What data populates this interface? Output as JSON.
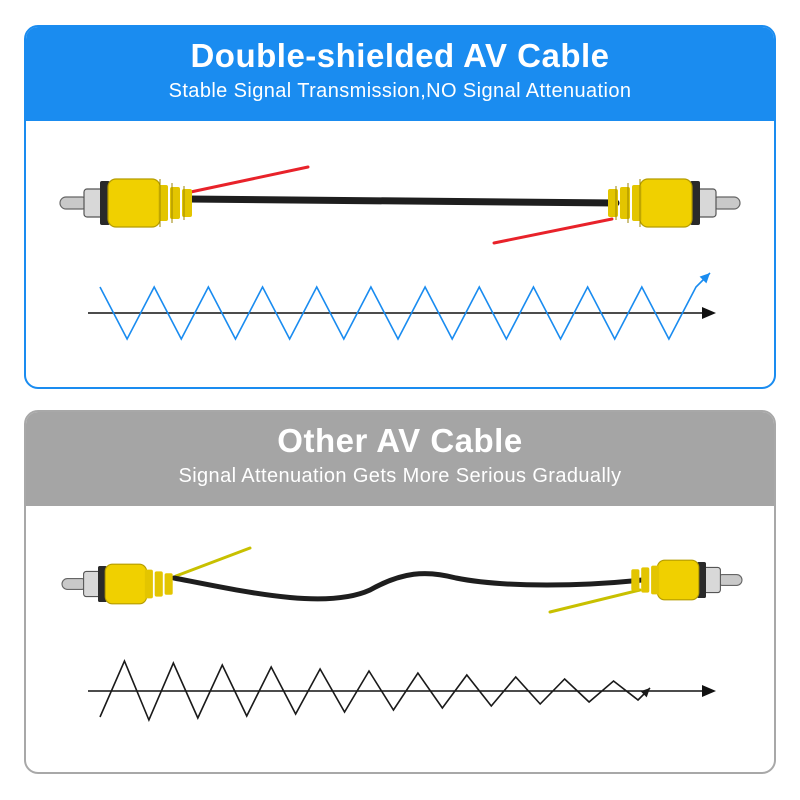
{
  "top_panel": {
    "title": "Double-shielded AV Cable",
    "subtitle": "Stable Signal Transmission,NO Signal Attenuation",
    "header_color": "#1a8cf0",
    "wave_color": "#1a8cf0",
    "wire_color": "#e8222a",
    "connector_color": "#f0d000",
    "icons": [
      "rca-plug-icon",
      "signal-wave-icon",
      "arrow-icon"
    ]
  },
  "bottom_panel": {
    "title": "Other AV Cable",
    "subtitle": "Signal Attenuation Gets More Serious Gradually",
    "header_color": "#a5a5a5",
    "wave_color": "#1a1a1a",
    "wire_color": "#c8c000",
    "connector_color": "#f0d000",
    "icons": [
      "rca-plug-icon",
      "signal-wave-icon",
      "arrow-icon"
    ]
  }
}
